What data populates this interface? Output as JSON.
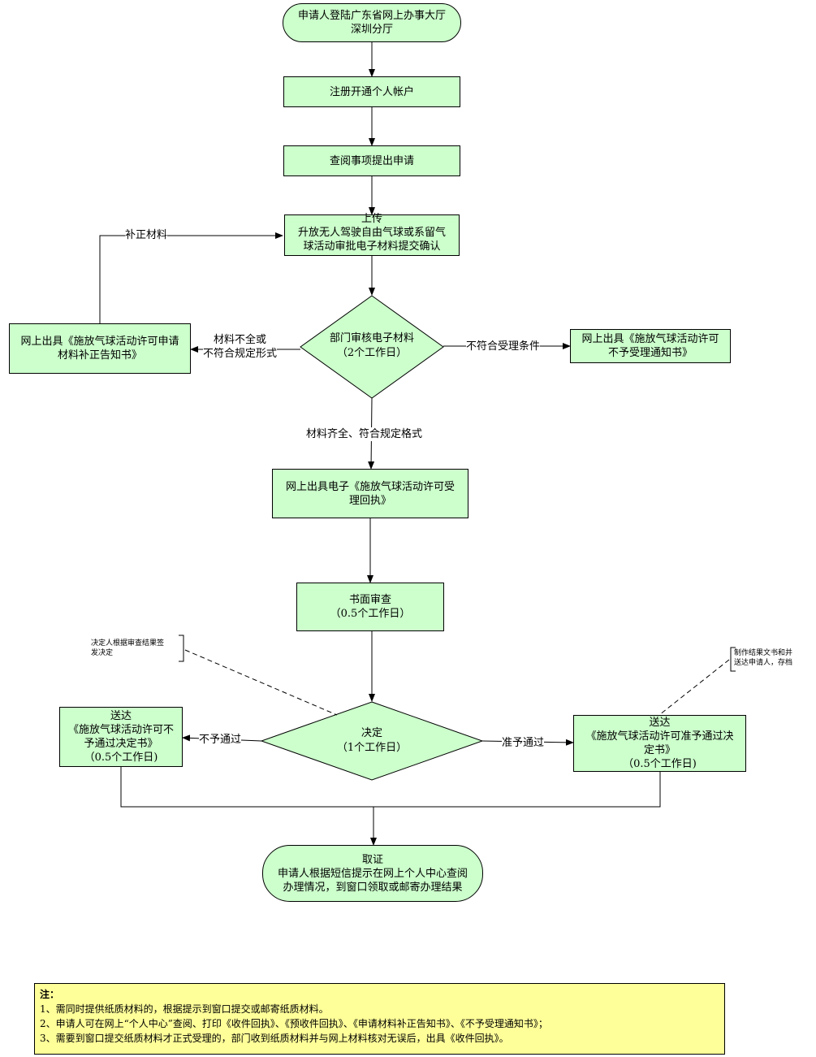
{
  "nodes": {
    "start": [
      "申请人登陆广东省网上办事大厅",
      "深圳分厅"
    ],
    "register": [
      "注册开通个人帐户"
    ],
    "apply": [
      "查阅事项提出申请"
    ],
    "upload": [
      "上传",
      "升放无人驾驶自由气球或系留气",
      "球活动审批电子材料提交确认"
    ],
    "review": [
      "部门审核电子材料",
      "（2个工作日）"
    ],
    "supplement_notice": [
      "网上出具《施放气球活动许可申请",
      "材料补正告知书》"
    ],
    "reject_notice": [
      "网上出具《施放气球活动许可",
      "不予受理通知书》"
    ],
    "receipt": [
      "网上出具电子《施放气球活动许可受",
      "理回执》"
    ],
    "written_review": [
      "书面审查",
      "（0.5个工作日）"
    ],
    "decision": [
      "决定",
      "（1个工作日）"
    ],
    "deny_delivery": [
      "送达",
      "《施放气球活动许可不",
      "予通过决定书》",
      "（0.5个工作日)"
    ],
    "approve_delivery": [
      "送达",
      "《施放气球活动许可准予通过决",
      "定书》",
      "（0.5个工作日)"
    ],
    "collect": [
      "取证",
      "申请人根据短信提示在网上个人中心查阅",
      "办理情况，到窗口领取或邮寄办理结果"
    ]
  },
  "edge_labels": {
    "supplement": "补正材料",
    "incomplete": [
      "材料不全或",
      "不符合规定形式"
    ],
    "not_eligible": "不符合受理条件",
    "complete": "材料齐全、符合规定格式",
    "deny": "不予通过",
    "approve": "准予通过"
  },
  "annotations": {
    "decider": [
      "决定人根据审查结果签",
      "发决定"
    ],
    "producer": [
      "制作结果文书和并",
      "送达申请人，存档"
    ]
  },
  "footnote": {
    "title": "注：",
    "lines": [
      "1、需同时提供纸质材料的，根据提示到窗口提交或邮寄纸质材料。",
      "2、申请人可在网上“个人中心”查阅、打印《收件回执》、《预收件回执》、《申请材料补正告知书》、《不予受理通知书》；",
      "3、需要到窗口提交纸质材料才正式受理的，部门收到纸质材料并与网上材料核对无误后，出具《收件回执》。"
    ]
  },
  "colors": {
    "node_fill": "#ccffcc",
    "note_fill": "#ffff99",
    "line": "#000000"
  }
}
